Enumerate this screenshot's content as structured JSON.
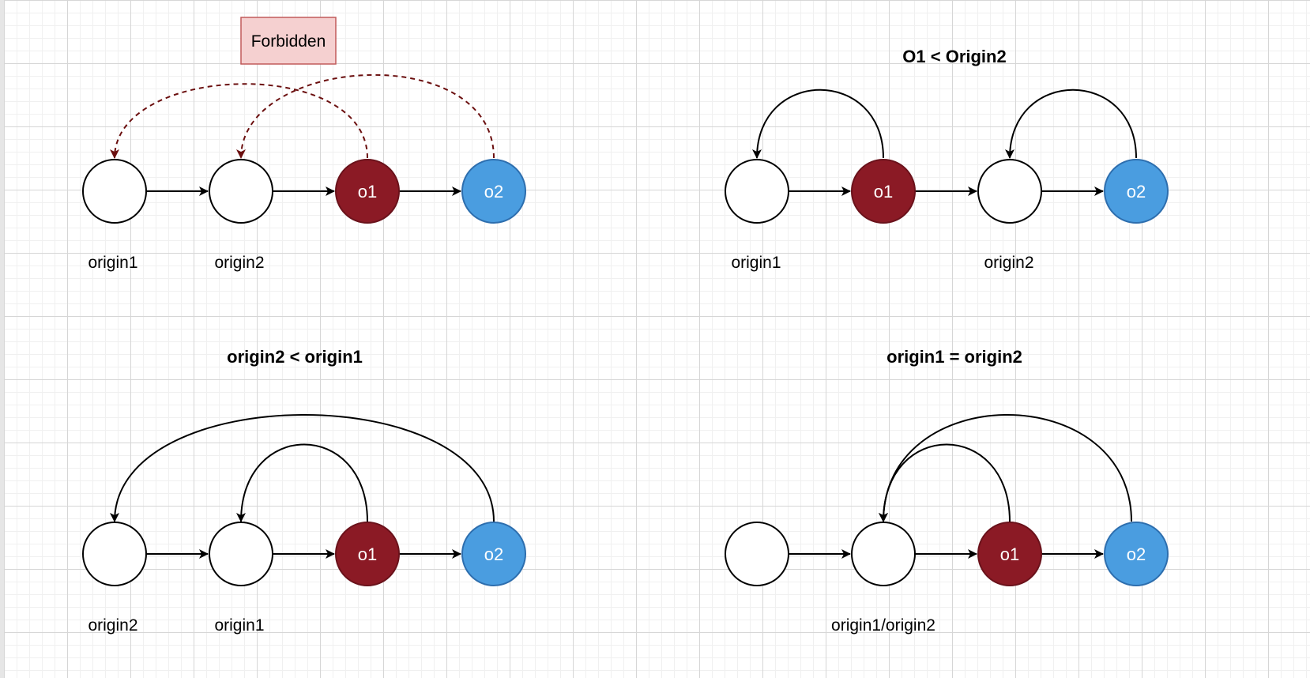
{
  "colors": {
    "accent_red": "#8b1a25",
    "accent_blue": "#4a9de0",
    "blue_border": "#2d6eae",
    "forbidden_fill": "#f5d0d0",
    "forbidden_border": "#c15a5a",
    "dashed_arrow": "#6b0f0f",
    "stroke": "#000000"
  },
  "forbidden": {
    "label": "Forbidden"
  },
  "panels": {
    "top_left": {
      "title": "",
      "nodes": {
        "o1": "o1",
        "o2": "o2"
      },
      "labels": [
        "origin1",
        "origin2"
      ]
    },
    "top_right": {
      "title": "O1 < Origin2",
      "nodes": {
        "o1": "o1",
        "o2": "o2"
      },
      "labels": [
        "origin1",
        "origin2"
      ]
    },
    "bottom_left": {
      "title": "origin2 < origin1",
      "nodes": {
        "o1": "o1",
        "o2": "o2"
      },
      "labels": [
        "origin2",
        "origin1"
      ]
    },
    "bottom_right": {
      "title": "origin1 = origin2",
      "nodes": {
        "o1": "o1",
        "o2": "o2"
      },
      "labels": [
        "origin1/origin2"
      ]
    }
  }
}
